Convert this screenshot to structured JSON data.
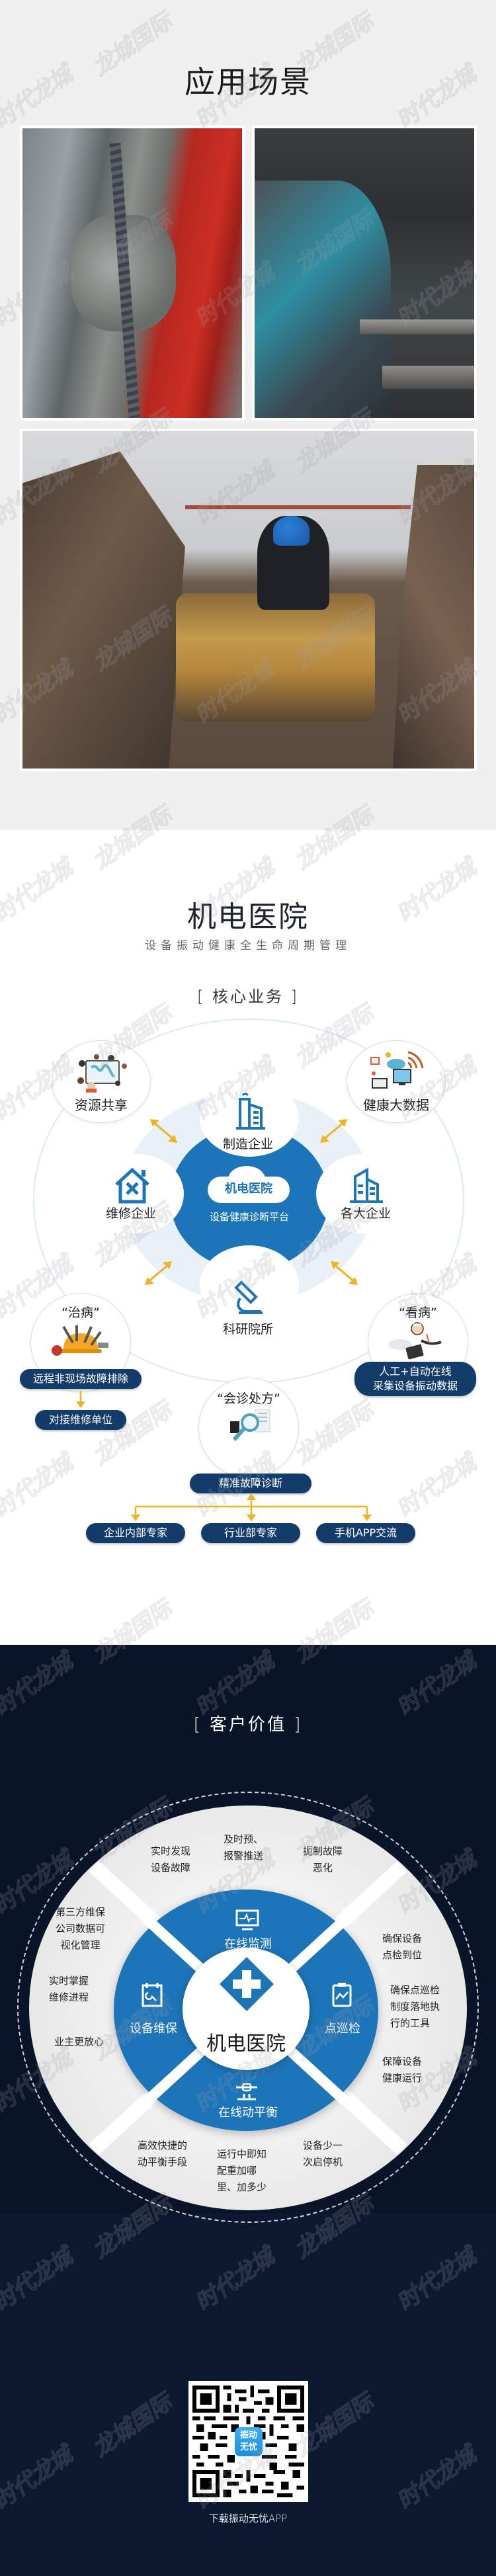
{
  "scene": {
    "title": "应用场景",
    "photos": [
      {
        "name": "photo-bearing-sensor-red-wheel"
      },
      {
        "name": "photo-sensor-on-blue-housing"
      },
      {
        "name": "photo-worker-on-fan-motor"
      }
    ]
  },
  "hospital": {
    "title": "机电医院",
    "subtitle": "设备振动健康全生命周期管理",
    "section_label": "[ 核心业务 ]",
    "core": {
      "cloud_title": "机电医院",
      "platform_label": "设备健康诊断平台"
    },
    "inner_nodes": [
      {
        "label": "制造企业",
        "icon": "factory-icon"
      },
      {
        "label": "维修企业",
        "icon": "repair-house-icon"
      },
      {
        "label": "各大企业",
        "icon": "office-building-icon"
      },
      {
        "label": "科研院所",
        "icon": "microscope-icon"
      }
    ],
    "outer_bubbles": [
      {
        "label": "资源共享",
        "icon": "people-world-map-icon"
      },
      {
        "label": "健康大数据",
        "icon": "big-data-devices-icon"
      },
      {
        "label": "“治病”",
        "icon": "tools-helmet-icon"
      },
      {
        "label": "“看病”",
        "icon": "doctor-tablet-icon"
      },
      {
        "label": "“会诊处方”",
        "icon": "magnifier-documents-icon"
      }
    ],
    "pills": {
      "remote_fix": "远程非现场故障排除",
      "connect_repair": "对接维修单位",
      "collect_line1": "人工+自动在线",
      "collect_line2": "采集设备振动数据",
      "diagnosis": "精准故障诊断",
      "experts": [
        "企业内部专家",
        "行业部专家",
        "手机APP交流"
      ]
    },
    "colors": {
      "core_blue": "#1c74b9",
      "pill_navy": "#143c6b",
      "arrow_gold": "#f0b323",
      "ring_light": "#e8f0f8"
    }
  },
  "value": {
    "section_label": "[ 客户价值 ]",
    "center_label": "机电医院",
    "quadrants": [
      {
        "label": "在线监测",
        "icon": "monitor-pulse-icon"
      },
      {
        "label": "点巡检",
        "icon": "clipboard-chart-icon"
      },
      {
        "label": "在线动平衡",
        "icon": "balance-shaft-icon"
      },
      {
        "label": "设备维保",
        "icon": "calendar-wrench-icon"
      }
    ],
    "top_texts": [
      {
        "lines": [
          "实时发现",
          "设备故障"
        ]
      },
      {
        "lines": [
          "及时预、",
          "报警推送"
        ]
      },
      {
        "lines": [
          "扼制故障",
          "恶化"
        ]
      }
    ],
    "right_texts": [
      {
        "lines": [
          "确保设备",
          "点检到位"
        ]
      },
      {
        "lines": [
          "确保点巡检",
          "制度落地执",
          "行的工具"
        ]
      },
      {
        "lines": [
          "保障设备",
          "健康运行"
        ]
      }
    ],
    "bottom_texts": [
      {
        "lines": [
          "高效快捷的",
          "动平衡手段"
        ]
      },
      {
        "lines": [
          "运行中即知",
          "配重加哪",
          "里、加多少"
        ]
      },
      {
        "lines": [
          "设备少一",
          "次启停机"
        ]
      }
    ],
    "left_texts": [
      {
        "lines": [
          "第三方维保",
          "公司数据可",
          "视化管理"
        ]
      },
      {
        "lines": [
          "实时掌握",
          "维修进程"
        ]
      },
      {
        "lines": [
          "业主更放心"
        ]
      }
    ],
    "qr": {
      "badge_line1": "振动",
      "badge_line2": "无忧",
      "caption": "下载振动无忧APP"
    },
    "colors": {
      "bg_navy": "#0a1428",
      "ring_gray": "#e2e2e2",
      "inner_blue": "#1c74b9"
    }
  },
  "watermark": {
    "text_a": "时代龙城",
    "text_b": "龙城国际"
  }
}
